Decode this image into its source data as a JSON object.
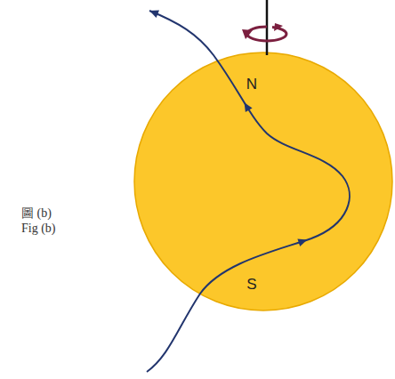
{
  "diagram": {
    "nodes": [
      {
        "text": [
          "N",
          "S"
        ]
      }
    ],
    "labels": [
      "圖 (b)",
      "Fig (b)"
    ]
  }
}
